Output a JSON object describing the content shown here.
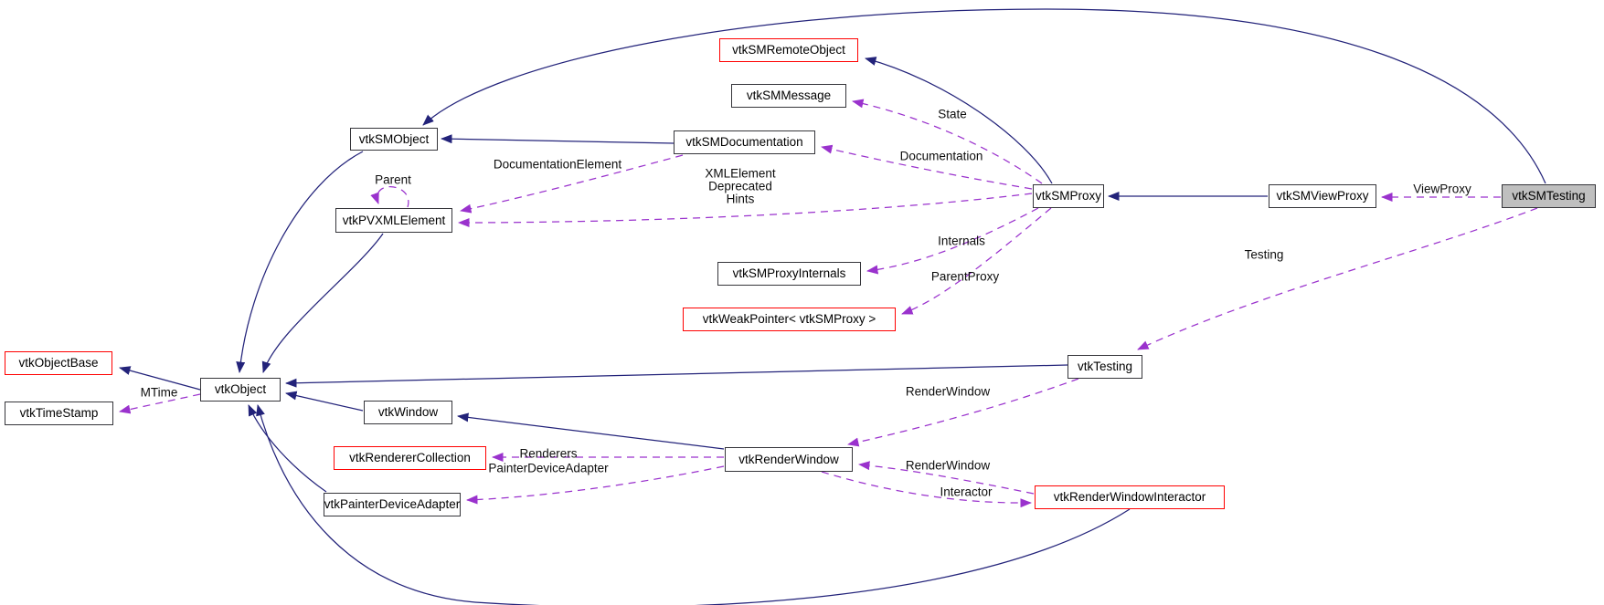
{
  "diagram": {
    "kind": "class-collaboration-graph",
    "focus_class": "vtkSMTesting",
    "colors": {
      "inheritance_edge": "#23237a",
      "usage_edge": "#9a32cd",
      "node_border": "#35353a",
      "truncated_node_border": "#ff0000",
      "focus_node_fill": "#bfbfbf",
      "background": "#ffffff"
    },
    "nodes": [
      {
        "label": "vtkSMRemoteObject",
        "style": "truncated"
      },
      {
        "label": "vtkSMMessage",
        "style": "normal"
      },
      {
        "label": "vtkSMObject",
        "style": "normal"
      },
      {
        "label": "vtkSMDocumentation",
        "style": "normal"
      },
      {
        "label": "vtkPVXMLElement",
        "style": "normal"
      },
      {
        "label": "vtkSMProxy",
        "style": "normal"
      },
      {
        "label": "vtkSMViewProxy",
        "style": "normal"
      },
      {
        "label": "vtkSMTesting",
        "style": "focus"
      },
      {
        "label": "vtkSMProxyInternals",
        "style": "normal"
      },
      {
        "label": "vtkWeakPointer< vtkSMProxy >",
        "style": "truncated"
      },
      {
        "label": "vtkObjectBase",
        "style": "truncated"
      },
      {
        "label": "vtkTimeStamp",
        "style": "normal"
      },
      {
        "label": "vtkObject",
        "style": "normal"
      },
      {
        "label": "vtkTesting",
        "style": "normal"
      },
      {
        "label": "vtkWindow",
        "style": "normal"
      },
      {
        "label": "vtkRendererCollection",
        "style": "truncated"
      },
      {
        "label": "vtkRenderWindow",
        "style": "normal"
      },
      {
        "label": "vtkPainterDeviceAdapter",
        "style": "normal"
      },
      {
        "label": "vtkRenderWindowInteractor",
        "style": "truncated"
      }
    ],
    "edges": [
      {
        "from": "vtkObject",
        "to": "vtkObjectBase",
        "kind": "inheritance",
        "label": ""
      },
      {
        "from": "vtkObject",
        "to": "vtkTimeStamp",
        "kind": "usage",
        "label": "MTime"
      },
      {
        "from": "vtkSMObject",
        "to": "vtkObject",
        "kind": "inheritance",
        "label": ""
      },
      {
        "from": "vtkPVXMLElement",
        "to": "vtkObject",
        "kind": "inheritance",
        "label": ""
      },
      {
        "from": "vtkPVXMLElement",
        "to": "vtkPVXMLElement",
        "kind": "usage",
        "label": "Parent"
      },
      {
        "from": "vtkSMDocumentation",
        "to": "vtkSMObject",
        "kind": "inheritance",
        "label": ""
      },
      {
        "from": "vtkSMDocumentation",
        "to": "vtkPVXMLElement",
        "kind": "usage",
        "label": "DocumentationElement"
      },
      {
        "from": "vtkSMProxy",
        "to": "vtkPVXMLElement",
        "kind": "usage",
        "label": "XMLElement Deprecated Hints",
        "label_lines": [
          "XMLElement",
          "Deprecated",
          "Hints"
        ]
      },
      {
        "from": "vtkSMProxy",
        "to": "vtkSMMessage",
        "kind": "usage",
        "label": "State"
      },
      {
        "from": "vtkSMProxy",
        "to": "vtkSMDocumentation",
        "kind": "usage",
        "label": "Documentation"
      },
      {
        "from": "vtkSMProxy",
        "to": "vtkSMProxyInternals",
        "kind": "usage",
        "label": "Internals"
      },
      {
        "from": "vtkSMProxy",
        "to": "vtkWeakPointer< vtkSMProxy >",
        "kind": "usage",
        "label": "ParentProxy"
      },
      {
        "from": "vtkSMProxy",
        "to": "vtkSMRemoteObject",
        "kind": "inheritance",
        "label": ""
      },
      {
        "from": "vtkSMViewProxy",
        "to": "vtkSMProxy",
        "kind": "inheritance",
        "label": ""
      },
      {
        "from": "vtkSMTesting",
        "to": "vtkSMObject",
        "kind": "inheritance",
        "label": ""
      },
      {
        "from": "vtkSMTesting",
        "to": "vtkSMViewProxy",
        "kind": "usage",
        "label": "ViewProxy"
      },
      {
        "from": "vtkSMTesting",
        "to": "vtkTesting",
        "kind": "usage",
        "label": "Testing"
      },
      {
        "from": "vtkTesting",
        "to": "vtkObject",
        "kind": "inheritance",
        "label": ""
      },
      {
        "from": "vtkTesting",
        "to": "vtkRenderWindow",
        "kind": "usage",
        "label": "RenderWindow"
      },
      {
        "from": "vtkWindow",
        "to": "vtkObject",
        "kind": "inheritance",
        "label": ""
      },
      {
        "from": "vtkRenderWindow",
        "to": "vtkWindow",
        "kind": "inheritance",
        "label": ""
      },
      {
        "from": "vtkRenderWindow",
        "to": "vtkRendererCollection",
        "kind": "usage",
        "label": "Renderers"
      },
      {
        "from": "vtkRenderWindow",
        "to": "vtkPainterDeviceAdapter",
        "kind": "usage",
        "label": "PainterDeviceAdapter"
      },
      {
        "from": "vtkRenderWindow",
        "to": "vtkRenderWindowInteractor",
        "kind": "usage",
        "label": "Interactor"
      },
      {
        "from": "vtkRenderWindowInteractor",
        "to": "vtkRenderWindow",
        "kind": "usage",
        "label": "RenderWindow"
      },
      {
        "from": "vtkPainterDeviceAdapter",
        "to": "vtkObject",
        "kind": "inheritance",
        "label": ""
      },
      {
        "from": "vtkRenderWindowInteractor",
        "to": "vtkObject",
        "kind": "inheritance",
        "label": ""
      }
    ]
  }
}
